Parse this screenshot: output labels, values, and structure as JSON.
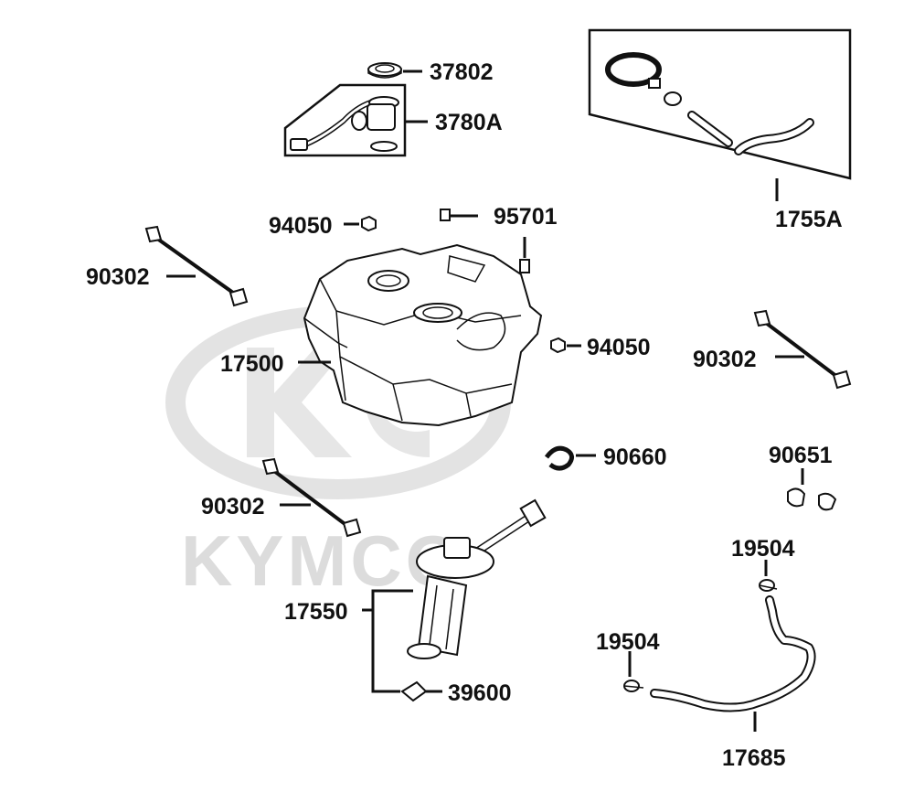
{
  "watermark": {
    "brand": "KYMCO"
  },
  "labels": {
    "p37802": "37802",
    "p3780A": "3780A",
    "p1755A": "1755A",
    "p94050_top": "94050",
    "p95701": "95701",
    "p90302_left": "90302",
    "p17500": "17500",
    "p94050_right": "94050",
    "p90302_right": "90302",
    "p90660": "90660",
    "p90651": "90651",
    "p90302_bottom": "90302",
    "p19504_right": "19504",
    "p17550": "17550",
    "p19504_left": "19504",
    "p39600": "39600",
    "p17685": "17685"
  }
}
